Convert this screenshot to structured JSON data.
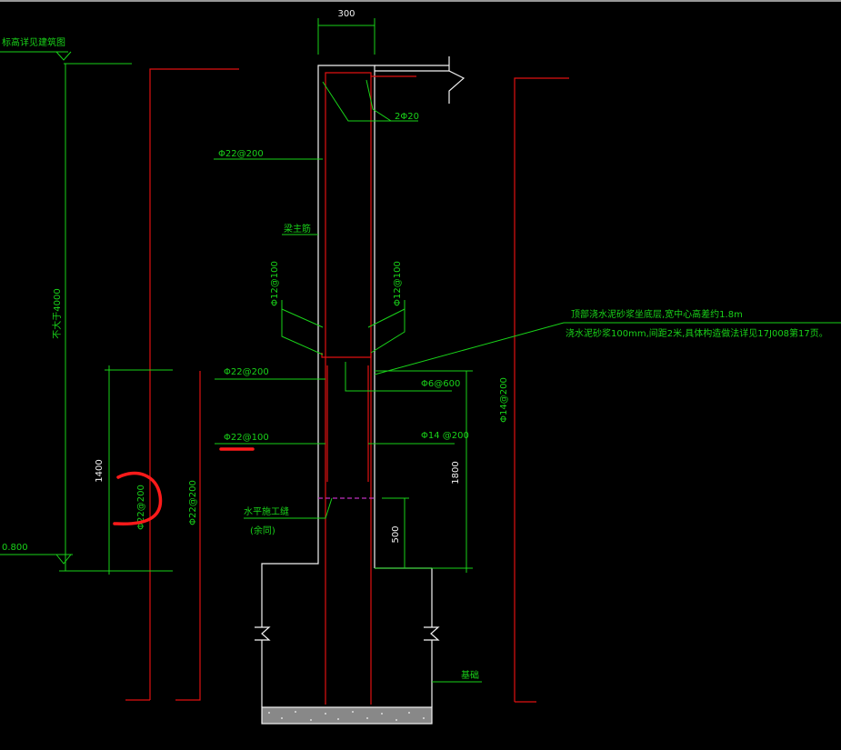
{
  "drawing": {
    "wall_width_dim": "300",
    "elevation_top_label": "标高详见建筑图",
    "total_height_label": "不大于4000",
    "elevation_bottom_label": "0.800",
    "dim_1400": "1400",
    "dim_1800": "1800",
    "dim_500": "500",
    "rebar_2d20": "2Φ20",
    "rebar_d22_200_top": "Φ22@200",
    "rebar_d22_200_mid": "Φ22@200",
    "rebar_d22_100": "Φ22@100",
    "rebar_d12_100_left": "Φ12@100",
    "rebar_d12_100_right": "Φ12@100",
    "rebar_d6_600": "Φ6@600",
    "rebar_d14_200_label": "Φ14 @200",
    "rebar_d14_200_vertical": "Φ14@200",
    "rebar_d22_200_vert_left": "Φ22@200",
    "rebar_d22_200_vert_right": "Φ22@200",
    "beam_label": "梁主筋",
    "joint_label": "水平施工缝",
    "joint_sub_label": "(余同)",
    "note_line1": "顶部浇水泥砂浆坐底层,宽中心高差约1.8m",
    "note_line2": "浇水泥砂浆100mm,间距2米,具体构造做法详见17J008第17页。",
    "foundation_label": "基础"
  },
  "colors": {
    "background": "#000000",
    "dimension_green": "#19d219",
    "rebar_red": "#e01010",
    "outline_white": "#f2f2f2",
    "markup_red": "#ff1a1a",
    "joint_magenta": "#c030c0"
  }
}
